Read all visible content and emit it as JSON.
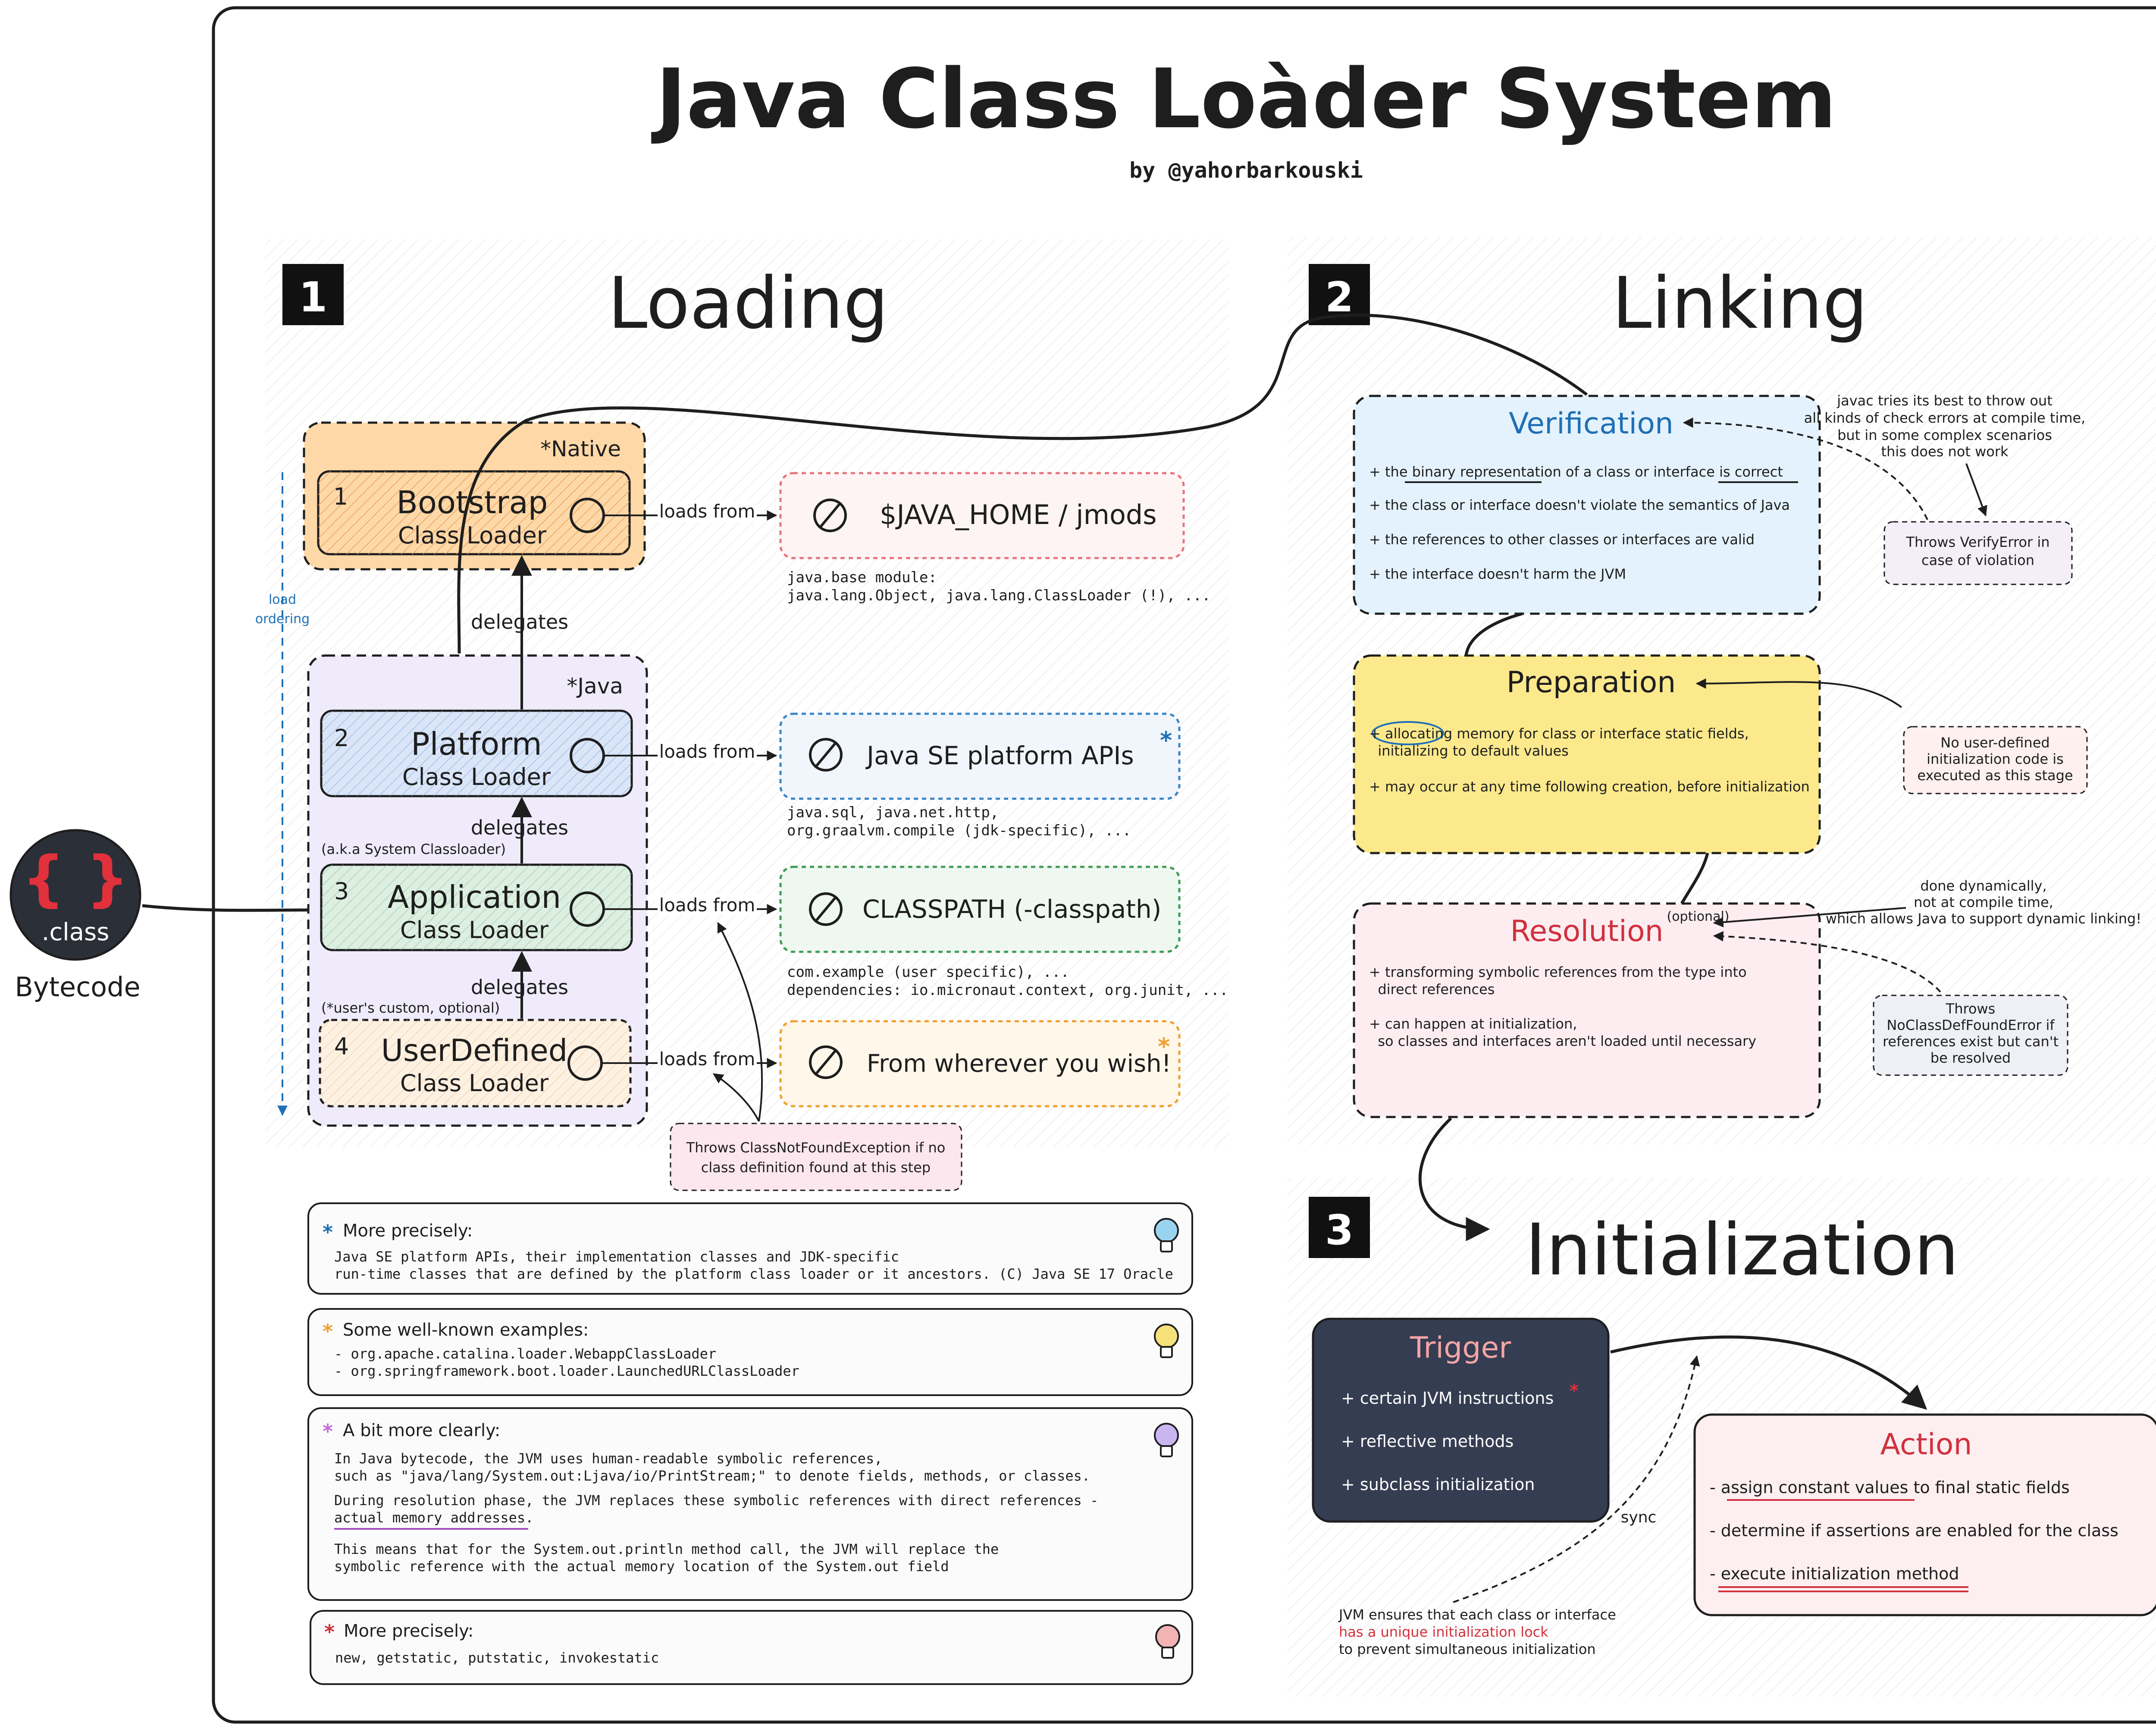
{
  "header": {
    "title": "Java Class Loàder System",
    "author": "by @yahorbarkouski"
  },
  "bytecode": {
    "braces": "{ }",
    "ext": ".class",
    "label": "Bytecode"
  },
  "loading": {
    "num": "1",
    "title": "Loading",
    "order_label_1": "load",
    "order_label_2": "ordering",
    "native_tag": "*Native",
    "java_tag": "*Java",
    "loaders": [
      {
        "num": "1",
        "name": "Bootstrap",
        "sub": "Class Loader"
      },
      {
        "num": "2",
        "name": "Platform",
        "sub": "Class Loader"
      },
      {
        "num": "3",
        "name": "Application",
        "sub": "Class Loader",
        "aka": "(a.k.a System Classloader)"
      },
      {
        "num": "4",
        "name": "UserDefined",
        "sub": "Class Loader",
        "aka": "(*user's custom, optional)"
      }
    ],
    "delegates": "delegates",
    "loads_from": "loads from",
    "sources": [
      {
        "name": "$JAVA_HOME / jmods",
        "color": "#e5767a",
        "desc1": "java.base module:",
        "desc2": "java.lang.Object, java.lang.ClassLoader (!), ..."
      },
      {
        "name": "Java SE platform APIs",
        "color": "#3a86c8",
        "mark": "*",
        "desc1": "java.sql, java.net.http,",
        "desc2": "org.graalvm.compile (jdk-specific), ..."
      },
      {
        "name": "CLASSPATH (-classpath)",
        "color": "#3f9b55",
        "desc1": "com.example (user specific), ...",
        "desc2": "dependencies: io.micronaut.context, org.junit, ..."
      },
      {
        "name": "From wherever you wish!",
        "color": "#f0a030",
        "mark": "*"
      }
    ],
    "exception_note_1": "Throws ClassNotFoundException if no",
    "exception_note_2": "class definition found at this step"
  },
  "notes": [
    {
      "mark": "*",
      "mark_color": "#1f6fb5",
      "bulb_color": "#9ad3f0",
      "title": "More precisely:",
      "lines": [
        "Java SE platform APIs, their implementation classes and JDK-specific",
        "run-time classes that are defined by the platform class loader or it ancestors. (C) Java SE 17 Oracle"
      ]
    },
    {
      "mark": "*",
      "mark_color": "#f0a030",
      "bulb_color": "#f5e07a",
      "title": "Some well-known examples:",
      "lines": [
        "- org.apache.catalina.loader.WebappClassLoader",
        "- org.springframework.boot.loader.LaunchedURLClassLoader"
      ]
    },
    {
      "mark": "*",
      "mark_color": "#c46ad8",
      "bulb_color": "#c9b6f0",
      "title": "A bit more clearly:",
      "lines": [
        "In Java bytecode, the JVM uses human-readable symbolic references,",
        "such as \"java/lang/System.out:Ljava/io/PrintStream;\" to denote fields, methods, or classes.",
        "During resolution phase, the JVM replaces these symbolic references with direct references -",
        "actual memory addresses.",
        "This means that for the System.out.println method call, the JVM will replace the",
        "symbolic reference with the actual memory location of the System.out field"
      ]
    },
    {
      "mark": "*",
      "mark_color": "#d0313d",
      "bulb_color": "#f2b3b3",
      "title": "More precisely:",
      "lines": [
        "new, getstatic, putstatic, invokestatic"
      ]
    }
  ],
  "linking": {
    "num": "2",
    "title": "Linking",
    "verification": {
      "title": "Verification",
      "items": [
        "+ the binary representation of a class or interface is correct",
        "+ the class or interface doesn't violate the semantics of Java",
        "+ the references to other classes or interfaces are valid",
        "+ the interface doesn't harm the JVM"
      ]
    },
    "preparation": {
      "title": "Preparation",
      "items": [
        "+ allocating memory for class or interface static fields,",
        "  initializing to default values",
        "+ may occur at any time following creation, before initialization"
      ]
    },
    "resolution": {
      "title": "Resolution",
      "optional": "(optional)",
      "items": [
        "+ transforming symbolic references from the type into",
        "  direct references",
        "+ can happen at initialization,",
        "  so classes and interfaces aren't loaded until necessary"
      ]
    },
    "javac_note": [
      "javac tries its best to throw out",
      "all kinds of check errors at compile time,",
      "but in some complex scenarios",
      "this does not work"
    ],
    "verify_note": [
      "Throws VerifyError in",
      "case of violation"
    ],
    "prep_note": [
      "No user-defined",
      "initialization code is",
      "executed as this stage"
    ],
    "dynamic_note": [
      "done dynamically,",
      "not at compile time,",
      "which allows Java to support dynamic linking!"
    ],
    "resolution_note": [
      "Throws",
      "NoClassDefFoundError if",
      "references exist but can't",
      "be resolved"
    ]
  },
  "initialization": {
    "num": "3",
    "title": "Initialization",
    "trigger": {
      "title": "Trigger",
      "items": [
        "+ certain JVM instructions",
        "+ reflective methods",
        "+ subclass initialization"
      ]
    },
    "action": {
      "title": "Action",
      "items": [
        "- assign constant values to final static fields",
        "- determine if assertions are enabled for the class",
        "- execute initialization method"
      ]
    },
    "sync_label": "sync",
    "lock_note": [
      "JVM ensures that each class or interface",
      "has a unique initialization lock",
      "to prevent simultaneous initialization"
    ]
  },
  "colors": {
    "ink": "#1e1e1e",
    "native": "#ffd8a8",
    "java_bg": "#efebfb",
    "verification_bg": "#e3f2fc",
    "preparation_bg": "#fce98c",
    "resolution_bg": "#fdedf1",
    "trigger_bg": "#353d52",
    "action_bg": "#fdeef0"
  }
}
